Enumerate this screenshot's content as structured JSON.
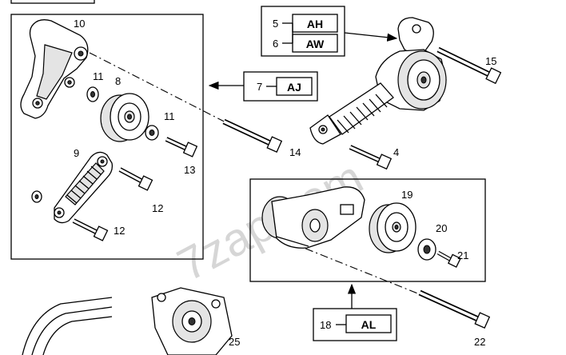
{
  "watermark": "7zap.com",
  "callouts": [
    {
      "id": "ah",
      "num": "5",
      "code": "AH"
    },
    {
      "id": "aw",
      "num": "6",
      "code": "AW"
    },
    {
      "id": "aj",
      "num": "7",
      "code": "AJ"
    },
    {
      "id": "al",
      "num": "18",
      "code": "AL"
    }
  ],
  "labels": [
    "10",
    "11",
    "8",
    "11",
    "9",
    "13",
    "12",
    "12",
    "14",
    "15",
    "4",
    "19",
    "20",
    "21",
    "22",
    "25"
  ]
}
